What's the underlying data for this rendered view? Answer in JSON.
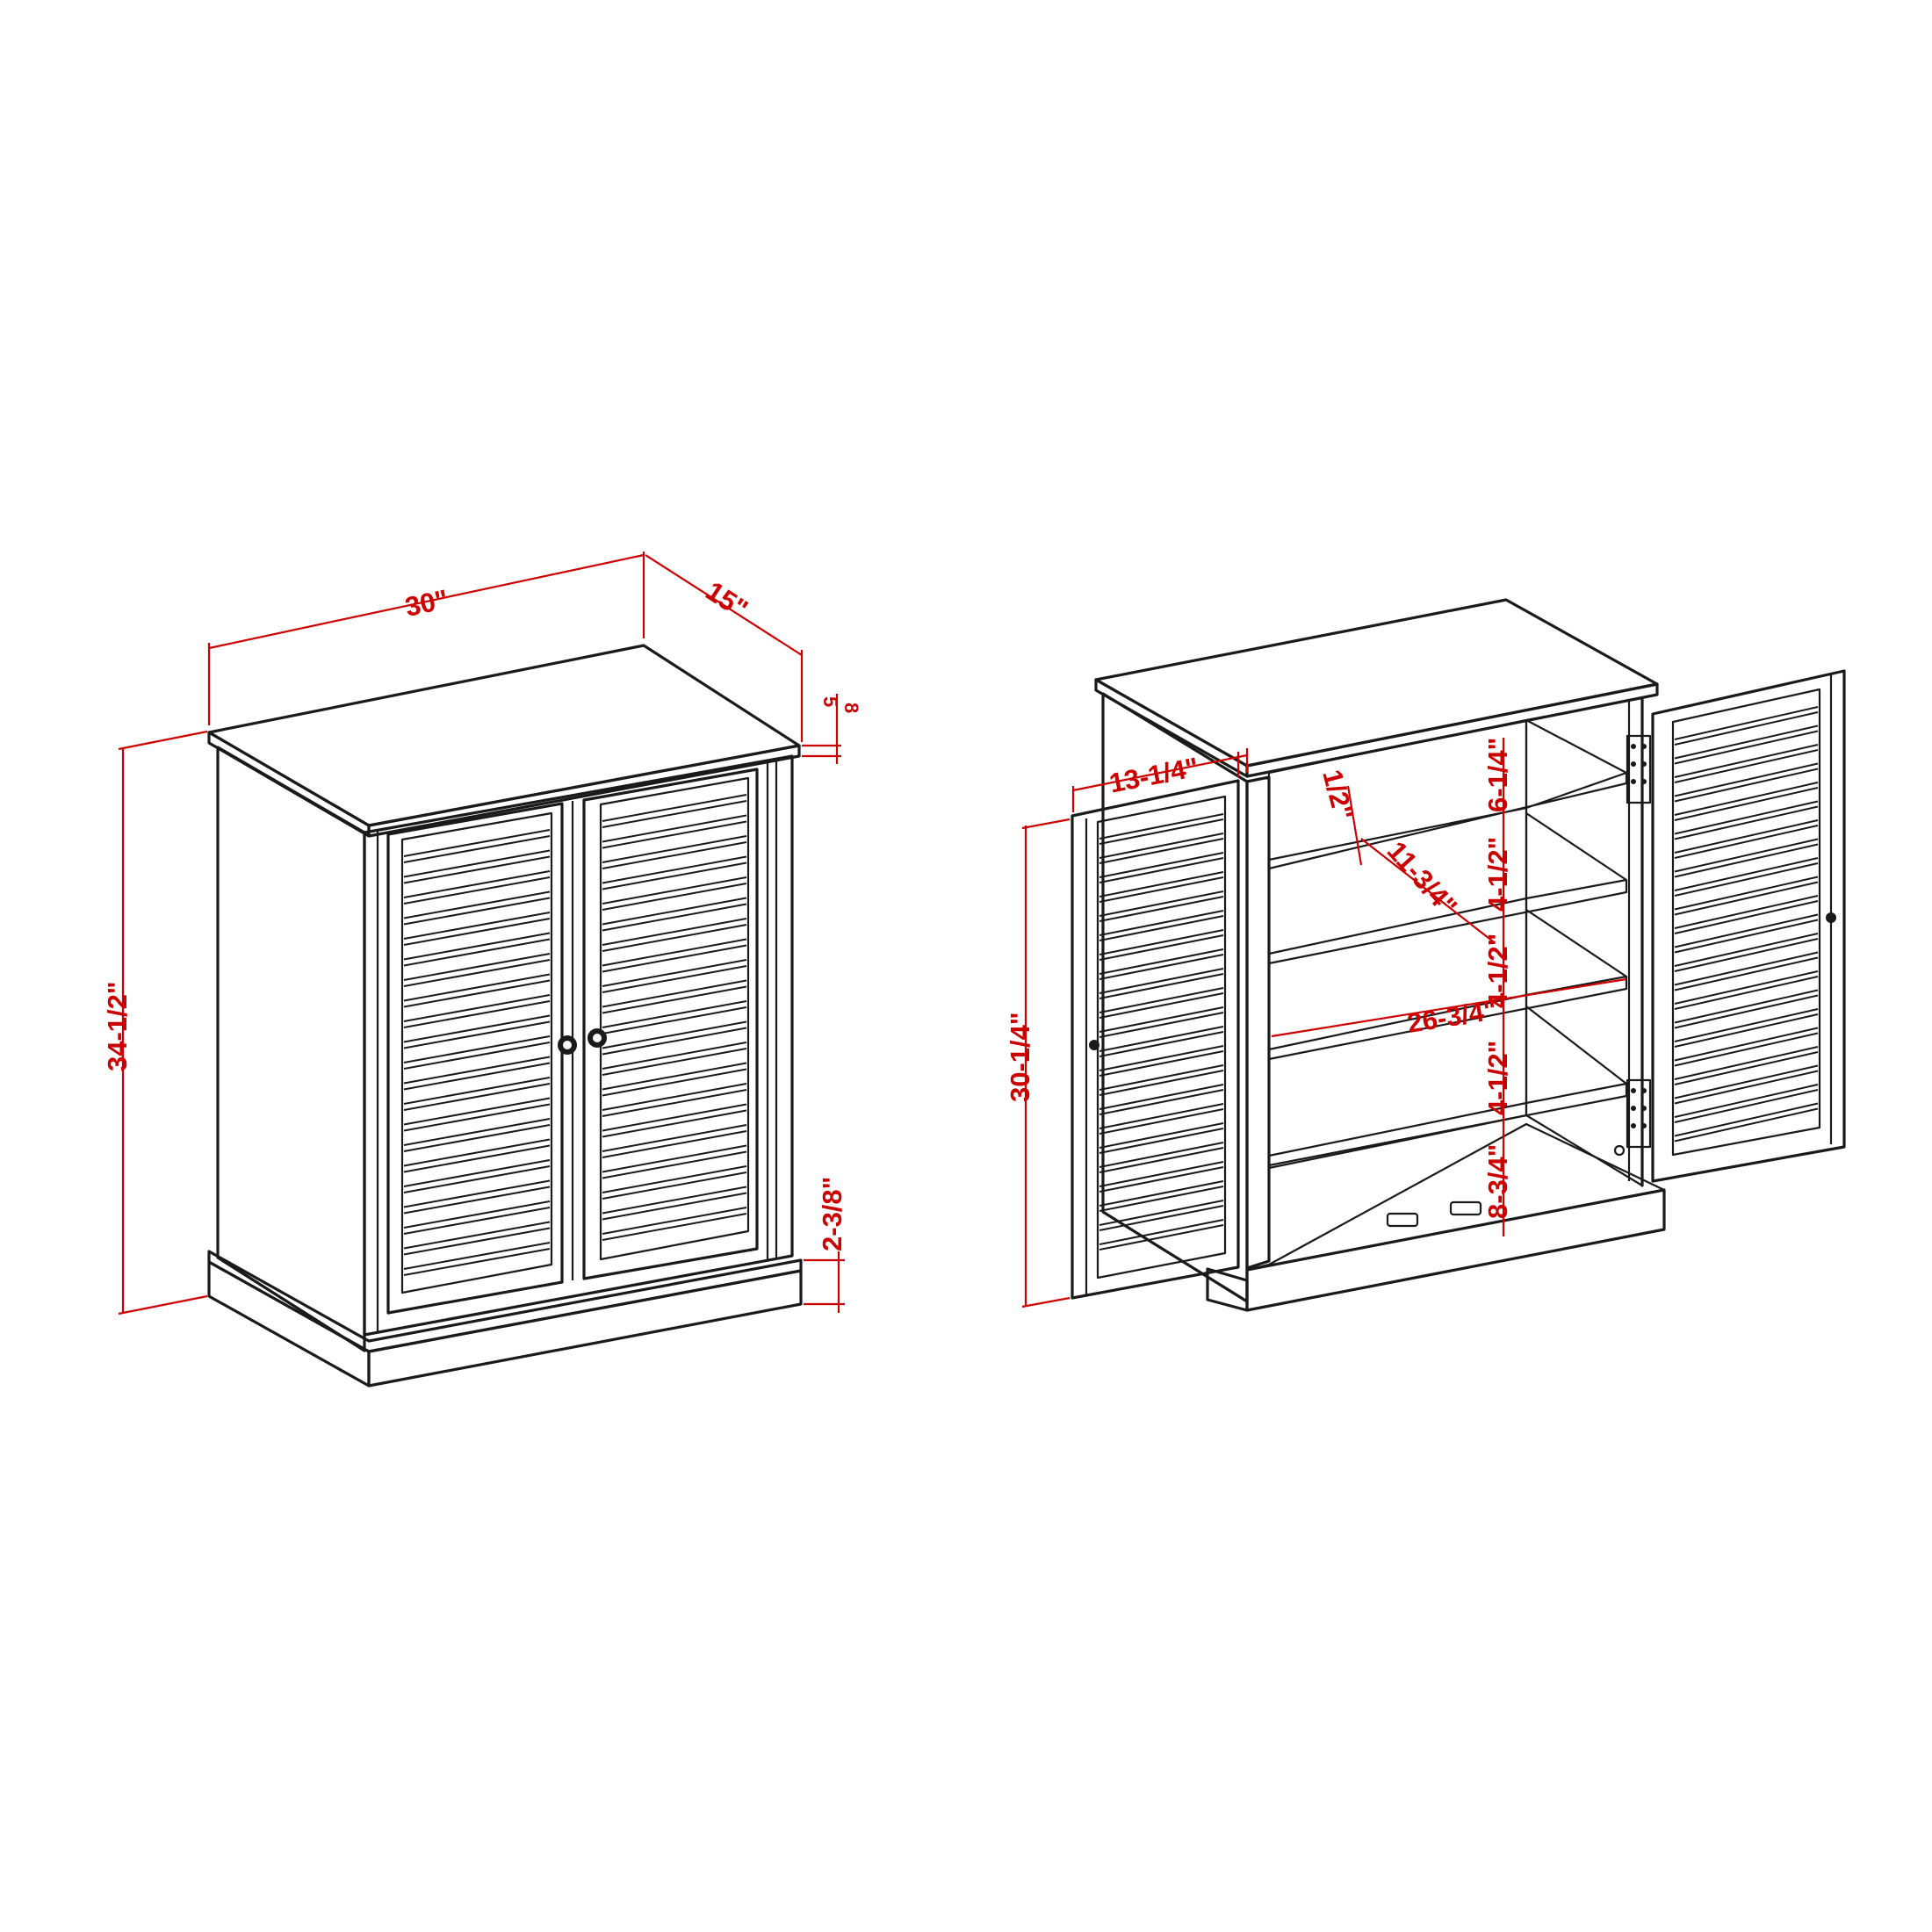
{
  "dimensions": {
    "closed": {
      "width": "30\"",
      "depth": "15\"",
      "height": "34-1/2\"",
      "top_thickness_fraction": "5\n8",
      "base_height": "2-3/8\""
    },
    "open": {
      "door_width": "13-1/4\"",
      "door_height": "30-1/4\"",
      "half_label": "1/2\"",
      "shelf_depth": "11-3/4\"",
      "shelf_width": "26-3/4\"",
      "gap_top": "6-1/4\"",
      "gap_2": "4-1/2\"",
      "gap_3": "4-1/2\"",
      "gap_4": "4-1/2\"",
      "gap_bottom": "8-3/4\""
    }
  },
  "colors": {
    "line": "#1a1a1a",
    "dimension": "#cc0000",
    "background": "#ffffff"
  }
}
